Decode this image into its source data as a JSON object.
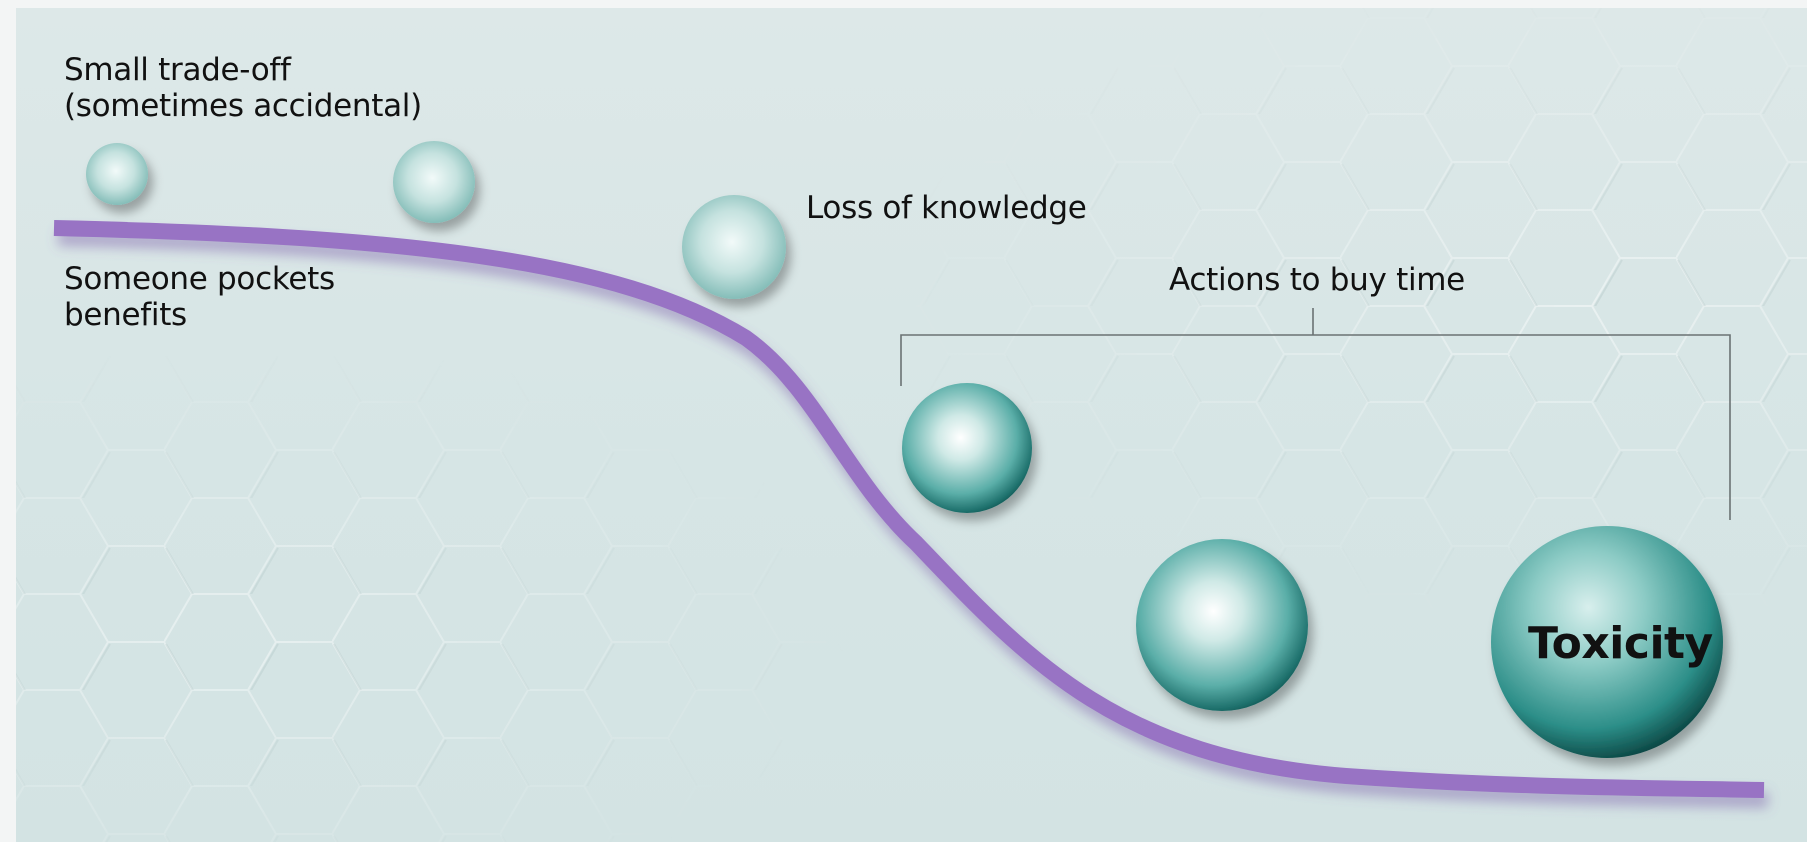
{
  "diagram": {
    "labels": {
      "small_tradeoff": "Small trade-off\n(sometimes accidental)",
      "someone_pockets": "Someone pockets\nbenefits",
      "loss_of_knowledge": "Loss of knowledge",
      "actions_to_buy_time": "Actions to buy time",
      "toxicity": "Toxicity"
    },
    "colors": {
      "curve": "#9873c4",
      "sphere_dark": "#1f7f7c",
      "sphere_mid": "#5fb3ad",
      "bracket": "#6a7273",
      "background": "#d8e6e6"
    }
  }
}
